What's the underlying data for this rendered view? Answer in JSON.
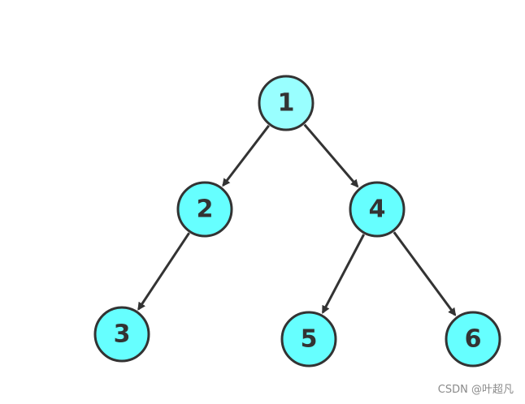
{
  "tree": {
    "node_fill": "#66ffff",
    "root_fill": "#99ffff",
    "stroke_color": "#333333",
    "nodes": [
      {
        "id": "1",
        "label": "1",
        "parent": null
      },
      {
        "id": "2",
        "label": "2",
        "parent": "1"
      },
      {
        "id": "4",
        "label": "4",
        "parent": "1"
      },
      {
        "id": "3",
        "label": "3",
        "parent": "2"
      },
      {
        "id": "5",
        "label": "5",
        "parent": "4"
      },
      {
        "id": "6",
        "label": "6",
        "parent": "4"
      }
    ]
  },
  "watermark": {
    "text": "CSDN @叶超凡"
  }
}
